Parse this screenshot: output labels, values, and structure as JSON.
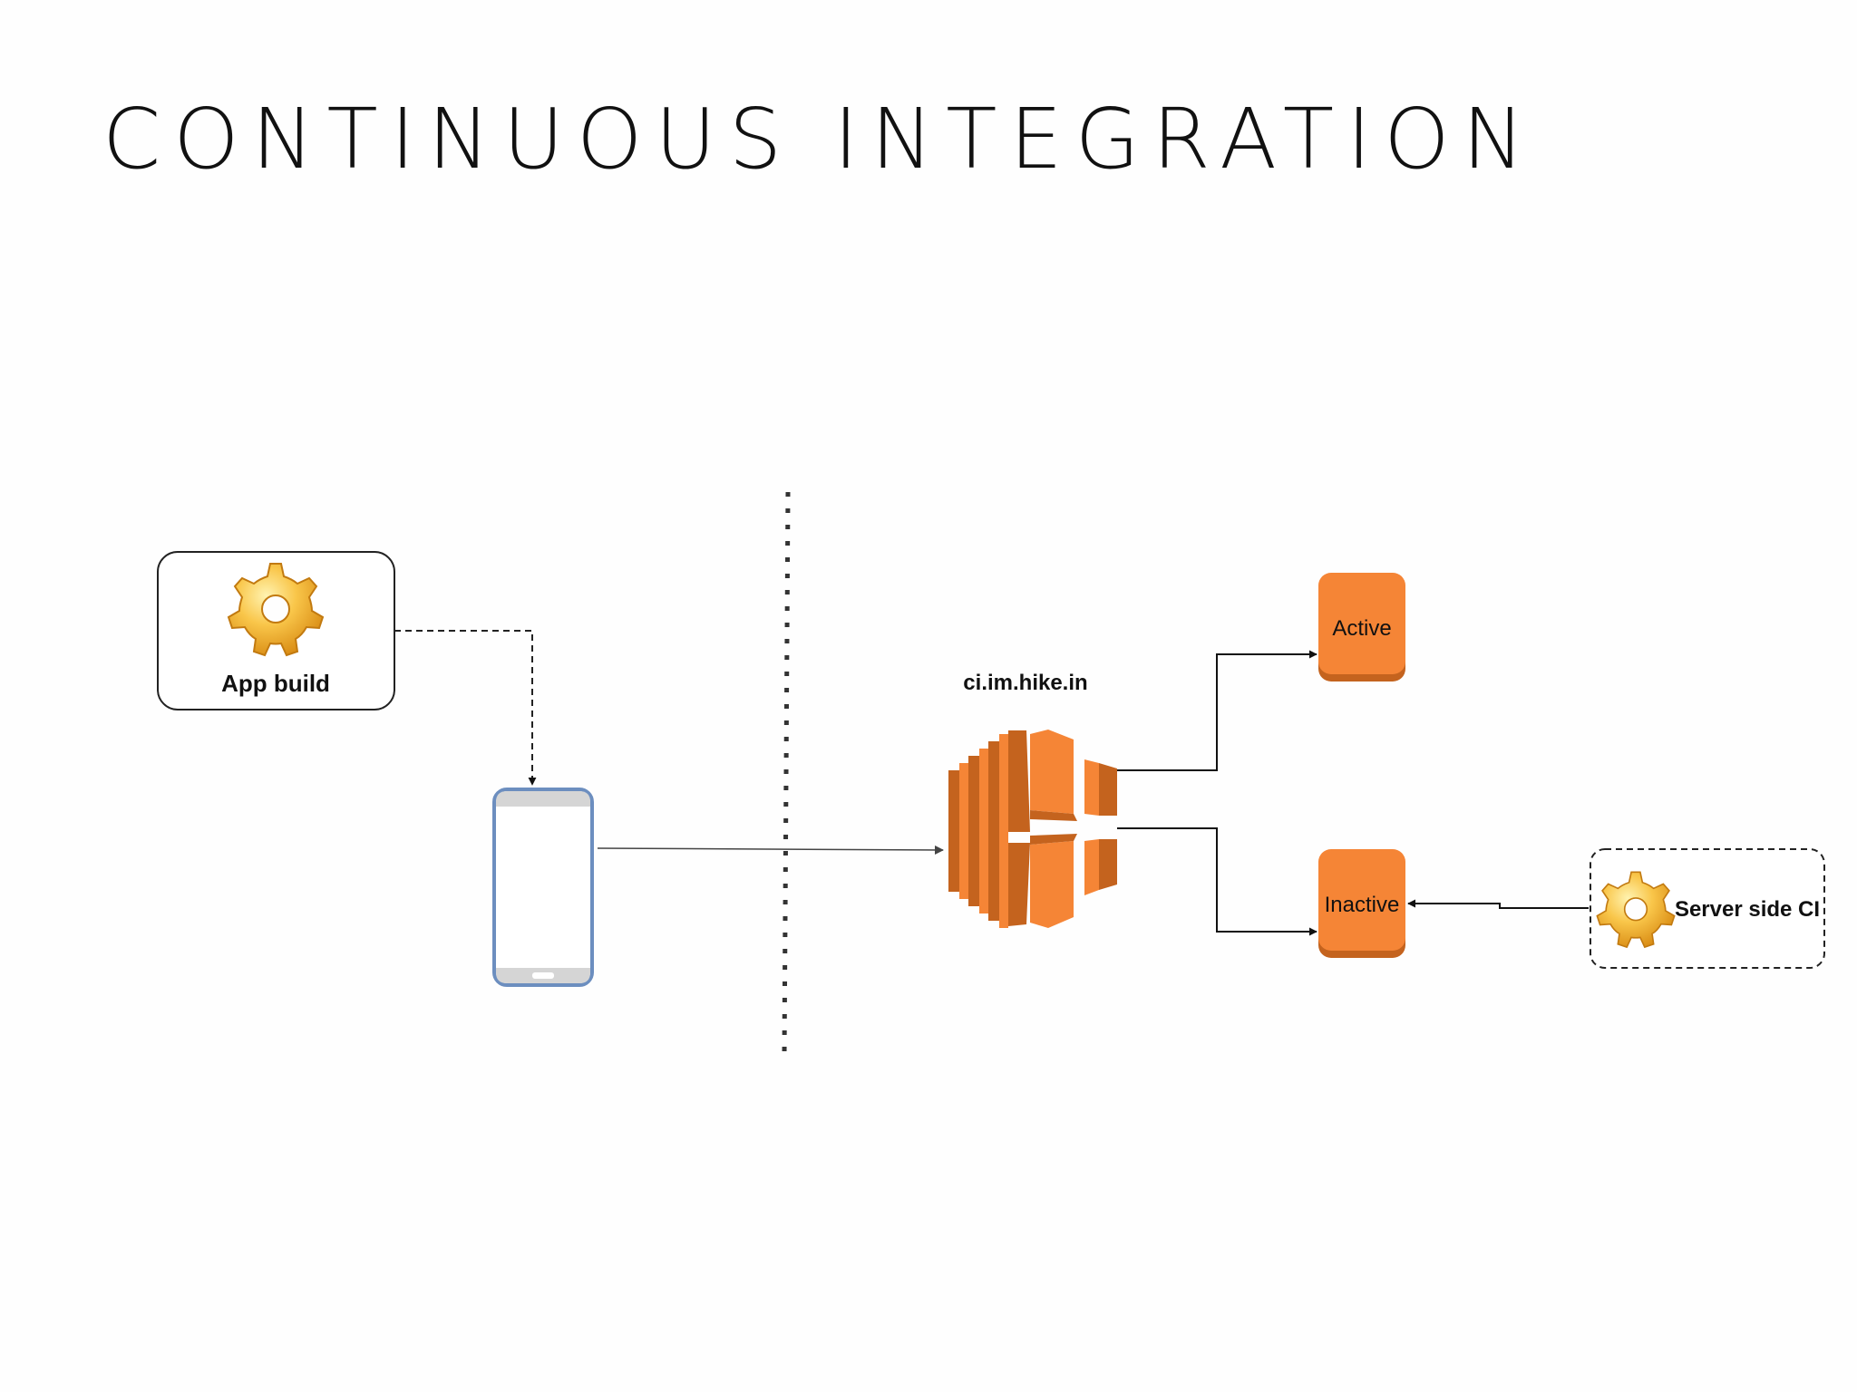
{
  "slide": {
    "title": "CONTINUOUS INTEGRATION"
  },
  "diagram": {
    "nodes": {
      "app_build": {
        "label": "App build",
        "icon": "gear-icon"
      },
      "phone": {
        "icon": "mobile-phone-icon"
      },
      "server": {
        "label": "ci.im.hike.in",
        "icon": "aws-ec2-icon"
      },
      "active": {
        "label": "Active"
      },
      "inactive": {
        "label": "Inactive"
      },
      "server_side_ci": {
        "label": "Server side CI",
        "icon": "gear-icon"
      }
    },
    "colors": {
      "orange": "#f58536",
      "orange_dark": "#c4631e",
      "phone_border": "#6c8ebf",
      "phone_bar": "#d5d5d5",
      "line": "#222222"
    }
  }
}
